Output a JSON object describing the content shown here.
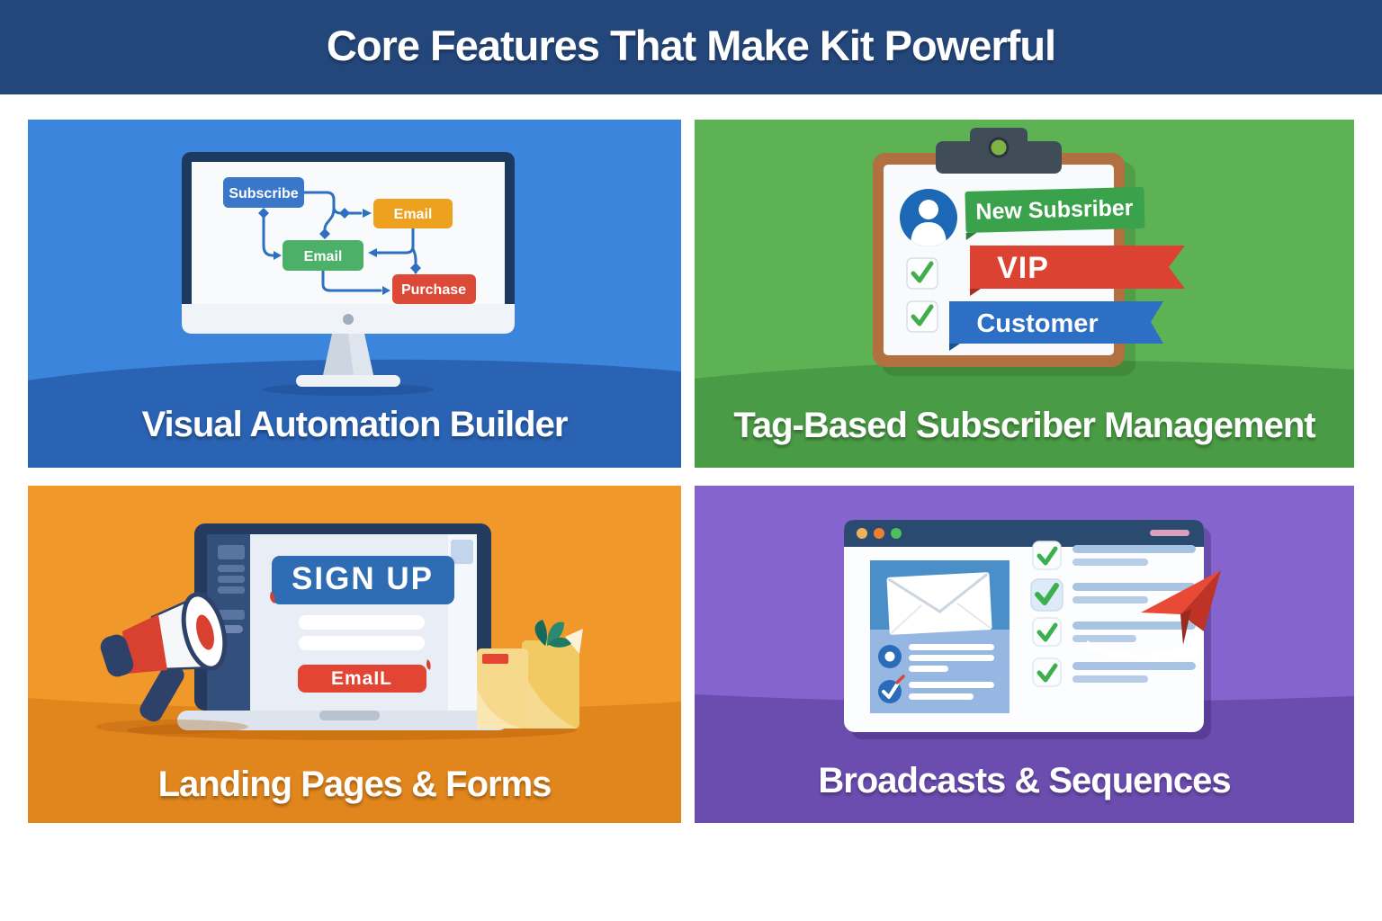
{
  "header": {
    "title": "Core Features That Make Kit Powerful",
    "bg_color": "#24477B",
    "text_color": "#FFFFFF"
  },
  "panels": {
    "automation": {
      "title": "Visual Automation Builder",
      "bg_top": "#3B85DC",
      "bg_bottom": "#2A63B4",
      "flow_nodes": {
        "subscribe": {
          "label": "Subscribe",
          "color": "#3A77C9"
        },
        "email_top": {
          "label": "Email",
          "color": "#EEA01F"
        },
        "email_mid": {
          "label": "Email",
          "color": "#4CB068"
        },
        "purchase": {
          "label": "Purchase",
          "color": "#DC4A37"
        }
      },
      "connector_color": "#2D6FC1"
    },
    "tags": {
      "title": "Tag-Based Subscriber Management",
      "bg_top": "#5DB254",
      "bg_bottom": "#4A9B45",
      "tag_new": {
        "label": "New Subsriber",
        "color": "#3AA24B"
      },
      "tag_vip": {
        "label": "VIP",
        "color": "#DC4231"
      },
      "tag_customer": {
        "label": "Customer",
        "color": "#2C6FC4"
      }
    },
    "landing": {
      "title": "Landing Pages & Forms",
      "bg_top": "#F0982A",
      "bg_bottom": "#E1861D",
      "signup_label": "SIGN UP",
      "signup_color": "#2E6CB3",
      "email_label": "EmaIL",
      "email_color": "#E24534"
    },
    "broadcasts": {
      "title": "Broadcasts & Sequences",
      "bg_top": "#8565CD",
      "bg_bottom": "#6B4DB0",
      "window_dot_colors": [
        "#EFB25C",
        "#EE7F2F",
        "#4CC05C"
      ]
    }
  }
}
